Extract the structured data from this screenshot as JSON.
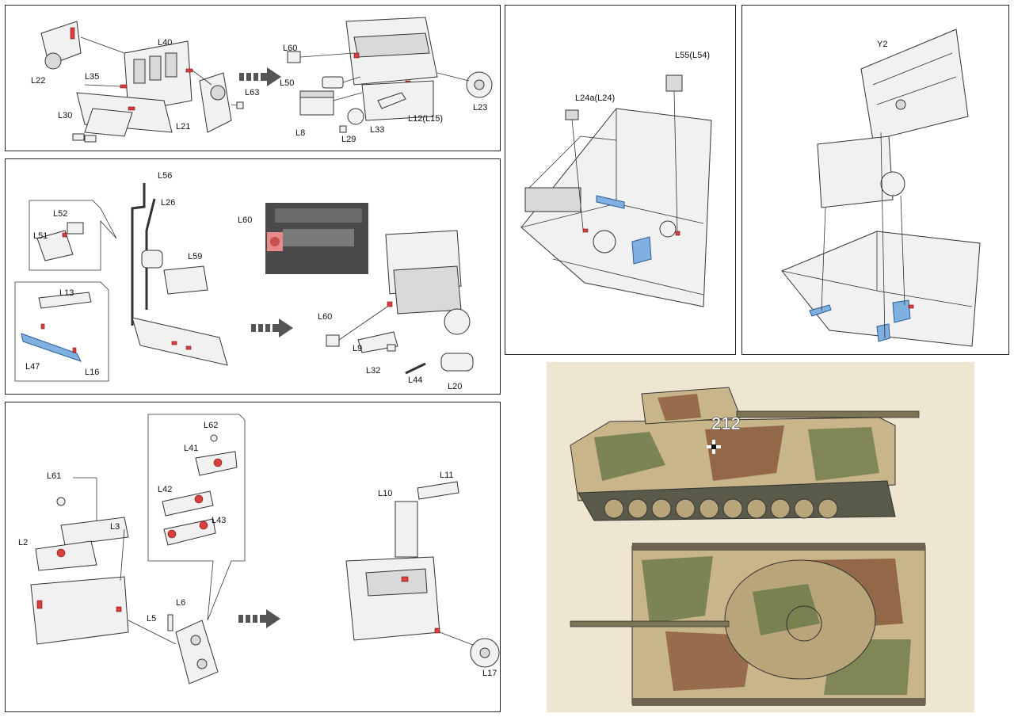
{
  "steps": {
    "step1": {
      "labels": [
        "L40",
        "L22",
        "L35",
        "L30",
        "L21",
        "L63",
        "L60",
        "L50",
        "L8",
        "L29",
        "L33",
        "L12(L15)",
        "L23"
      ]
    },
    "step2": {
      "labels": [
        "L56",
        "L26",
        "L52",
        "L51",
        "L59",
        "L13",
        "L47",
        "L16",
        "L60",
        "L60",
        "L9",
        "L32",
        "L44",
        "L20"
      ]
    },
    "step3": {
      "labels": [
        "L62",
        "L41",
        "L42",
        "L43",
        "L61",
        "L3",
        "L2",
        "L6",
        "L5",
        "L10",
        "L11",
        "L17"
      ]
    },
    "step4": {
      "labels": [
        "L55(L54)",
        "L24a(L24)"
      ]
    },
    "step5": {
      "labels": [
        "Y2"
      ]
    }
  },
  "profile": {
    "turret_number": "212"
  },
  "colors": {
    "highlight_red": "#d84040",
    "highlight_blue": "#7fb0e0",
    "camo_base": "#c8b58a",
    "camo_green": "#6f7a4a",
    "camo_brown": "#8a5a3c"
  }
}
